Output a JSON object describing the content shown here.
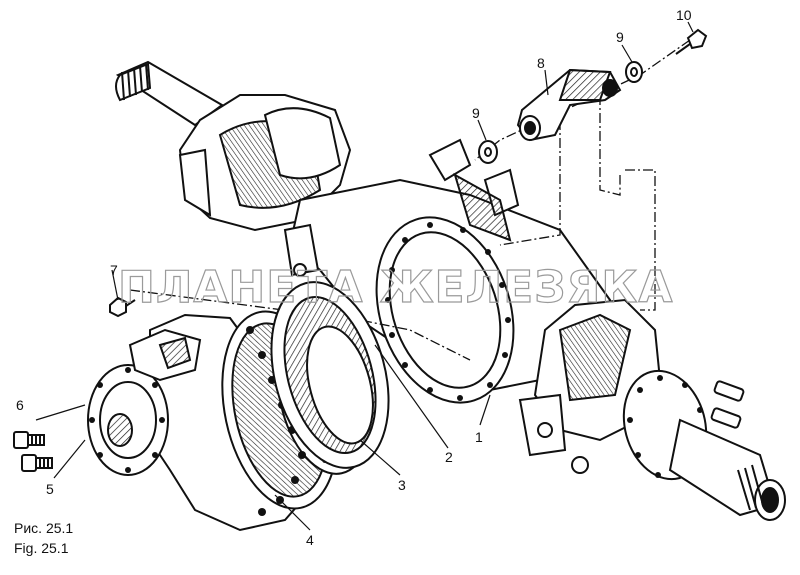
{
  "figure": {
    "caption_ru": "Рис. 25.1",
    "caption_en": "Fig. 25.1"
  },
  "watermark": "ПЛАНЕТА ЖЕЛЕЗЯКА",
  "callouts": [
    "1",
    "2",
    "3",
    "4",
    "5",
    "6",
    "7",
    "8",
    "9",
    "9",
    "10"
  ]
}
